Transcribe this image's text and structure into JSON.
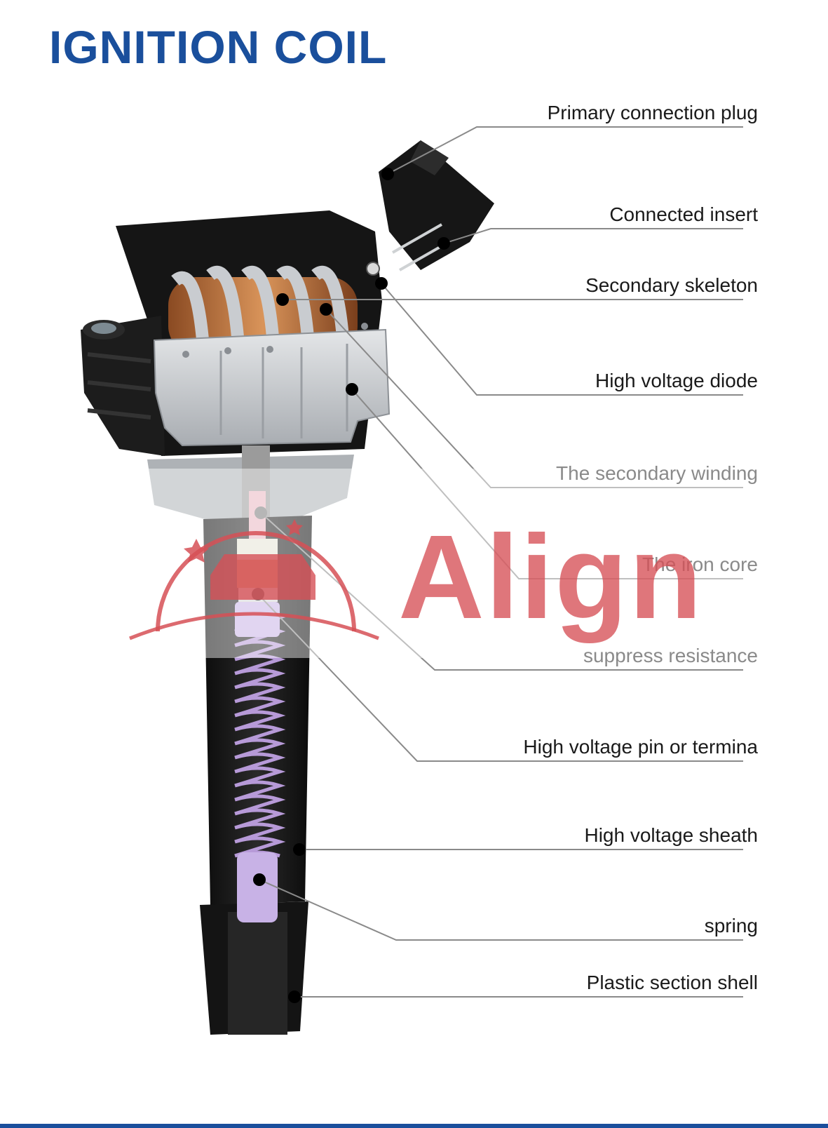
{
  "title": "IGNITION COIL",
  "callouts": [
    {
      "id": "primary-connection-plug",
      "label": "Primary connection plug"
    },
    {
      "id": "connected-insert",
      "label": "Connected insert"
    },
    {
      "id": "secondary-skeleton",
      "label": "Secondary skeleton"
    },
    {
      "id": "high-voltage-diode",
      "label": "High voltage diode"
    },
    {
      "id": "secondary-winding",
      "label": "The secondary winding"
    },
    {
      "id": "iron-core",
      "label": "The iron core"
    },
    {
      "id": "suppress-resistance",
      "label": "suppress resistance"
    },
    {
      "id": "high-voltage-pin",
      "label": "High voltage pin or termina"
    },
    {
      "id": "high-voltage-sheath",
      "label": "High voltage sheath"
    },
    {
      "id": "spring",
      "label": "spring"
    },
    {
      "id": "plastic-section-shell",
      "label": "Plastic section shell"
    }
  ],
  "watermark": {
    "text": "Align",
    "logo_icon": "car-logo-icon",
    "color": "#d65056"
  },
  "colors": {
    "title": "#1a4f9c",
    "leader_line": "#8a8a8a",
    "bottom_rule": "#1a4f9c"
  }
}
